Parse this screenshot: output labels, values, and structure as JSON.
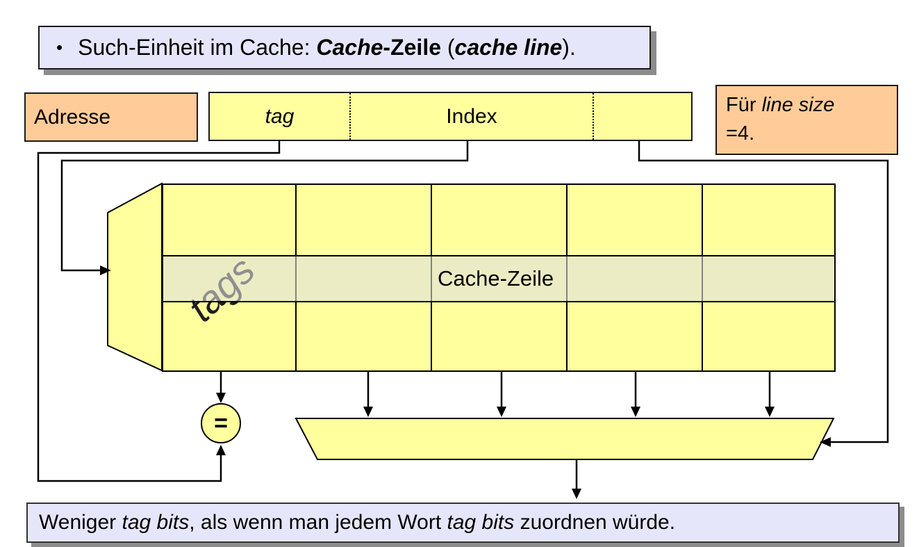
{
  "slide": {
    "title": {
      "bullet": "•",
      "segments": [
        {
          "t": "Such-Einheit im Cache: ",
          "s": "r"
        },
        {
          "t": "Cache",
          "s": "bi"
        },
        {
          "t": "-Zeile",
          "s": "b"
        },
        {
          "t": " (",
          "s": "r"
        },
        {
          "t": "cache line",
          "s": "bi"
        },
        {
          "t": ").",
          "s": "r"
        }
      ]
    },
    "address_label": "Adresse",
    "address_fields": [
      {
        "label": "tag",
        "italic": true
      },
      {
        "label": "Index",
        "italic": false
      },
      {
        "label": "",
        "italic": false
      }
    ],
    "line_size_note": {
      "lines": [
        [
          {
            "t": "Für ",
            "s": "r"
          },
          {
            "t": "line size",
            "s": "i"
          }
        ],
        [
          {
            "t": "=4.",
            "s": "r"
          }
        ]
      ]
    },
    "cache_array": {
      "rotated_label": "tags",
      "row_label": "Cache-Zeile",
      "columns": 5,
      "rows": 3
    },
    "comparator_label": "=",
    "footer": {
      "segments": [
        {
          "t": "Weniger ",
          "s": "r"
        },
        {
          "t": "tag bits",
          "s": "i"
        },
        {
          "t": ", als wenn man jedem Wort ",
          "s": "r"
        },
        {
          "t": "tag bits",
          "s": "i"
        },
        {
          "t": " zuordnen würde.",
          "s": "r"
        }
      ]
    }
  },
  "colors": {
    "lavender": "#e6e6fa",
    "orange": "#ffcc99",
    "yellow": "#ffff9e",
    "highlight_row": "#ececc5",
    "shadow": "#8c8c8c",
    "line": "#000000"
  }
}
